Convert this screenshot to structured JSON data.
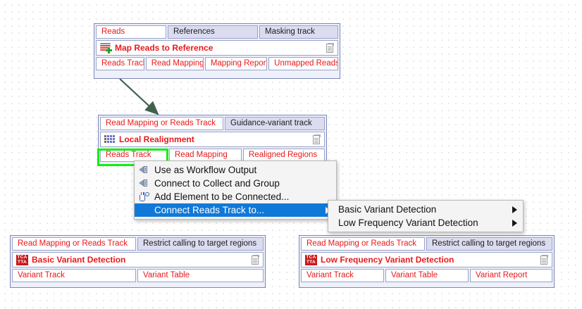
{
  "canvas": {
    "background": "#ffffff",
    "grid_dot_color": "#e2e2e6",
    "selection_color": "#10ef10",
    "connected_port_color": "#e8191c",
    "element_title_color": "#e8191c",
    "menu_highlight_color": "#1079d8"
  },
  "elements": {
    "map_reads": {
      "title": "Map Reads to Reference",
      "icon": "map-reads-icon",
      "doc_icon": "document-icon",
      "inputs": [
        {
          "label": "Reads",
          "state": "connected"
        },
        {
          "label": "References",
          "state": "unconnected"
        },
        {
          "label": "Masking track",
          "state": "unconnected"
        }
      ],
      "outputs": [
        {
          "label": "Reads Track"
        },
        {
          "label": "Read Mapping"
        },
        {
          "label": "Mapping Report"
        },
        {
          "label": "Unmapped Reads"
        }
      ]
    },
    "local_realignment": {
      "title": "Local Realignment",
      "icon": "realignment-icon",
      "doc_icon": "document-icon",
      "inputs": [
        {
          "label": "Read Mapping or Reads Track",
          "state": "connected"
        },
        {
          "label": "Guidance-variant track",
          "state": "unconnected"
        }
      ],
      "outputs": [
        {
          "label": "Reads Track"
        },
        {
          "label": "Read Mapping"
        },
        {
          "label": "Realigned Regions"
        }
      ]
    },
    "basic_variant_detection": {
      "title": "Basic Variant Detection",
      "icon": "tca-tta-icon",
      "icon_text_top": "TCA",
      "icon_text_bottom": "TTA",
      "doc_icon": "document-icon",
      "inputs": [
        {
          "label": "Read Mapping or Reads Track",
          "state": "connected"
        },
        {
          "label": "Restrict calling to target regions",
          "state": "unconnected"
        }
      ],
      "outputs": [
        {
          "label": "Variant Track"
        },
        {
          "label": "Variant Table"
        }
      ]
    },
    "low_frequency_variant_detection": {
      "title": "Low Frequency Variant Detection",
      "icon": "tca-tta-icon",
      "icon_text_top": "TCA",
      "icon_text_bottom": "TTA",
      "doc_icon": "document-icon",
      "inputs": [
        {
          "label": "Read Mapping or Reads Track",
          "state": "connected"
        },
        {
          "label": "Restrict calling to target regions",
          "state": "unconnected"
        }
      ],
      "outputs": [
        {
          "label": "Variant Track"
        },
        {
          "label": "Variant Table"
        },
        {
          "label": "Variant Report"
        }
      ]
    }
  },
  "context_menu": {
    "items": [
      {
        "label": "Use as Workflow Output",
        "icon": "workflow-output-icon",
        "selected": false,
        "has_submenu": false
      },
      {
        "label": "Connect to Collect and Group",
        "icon": "workflow-output-icon",
        "selected": false,
        "has_submenu": false
      },
      {
        "label": "Add Element to be Connected...",
        "icon": "plug-icon",
        "selected": false,
        "has_submenu": false
      },
      {
        "label": "Connect Reads Track to...",
        "icon": "none",
        "selected": true,
        "has_submenu": true
      }
    ]
  },
  "submenu": {
    "items": [
      {
        "label": "Basic Variant Detection",
        "has_submenu": true
      },
      {
        "label": "Low Frequency Variant Detection",
        "has_submenu": true
      }
    ]
  }
}
